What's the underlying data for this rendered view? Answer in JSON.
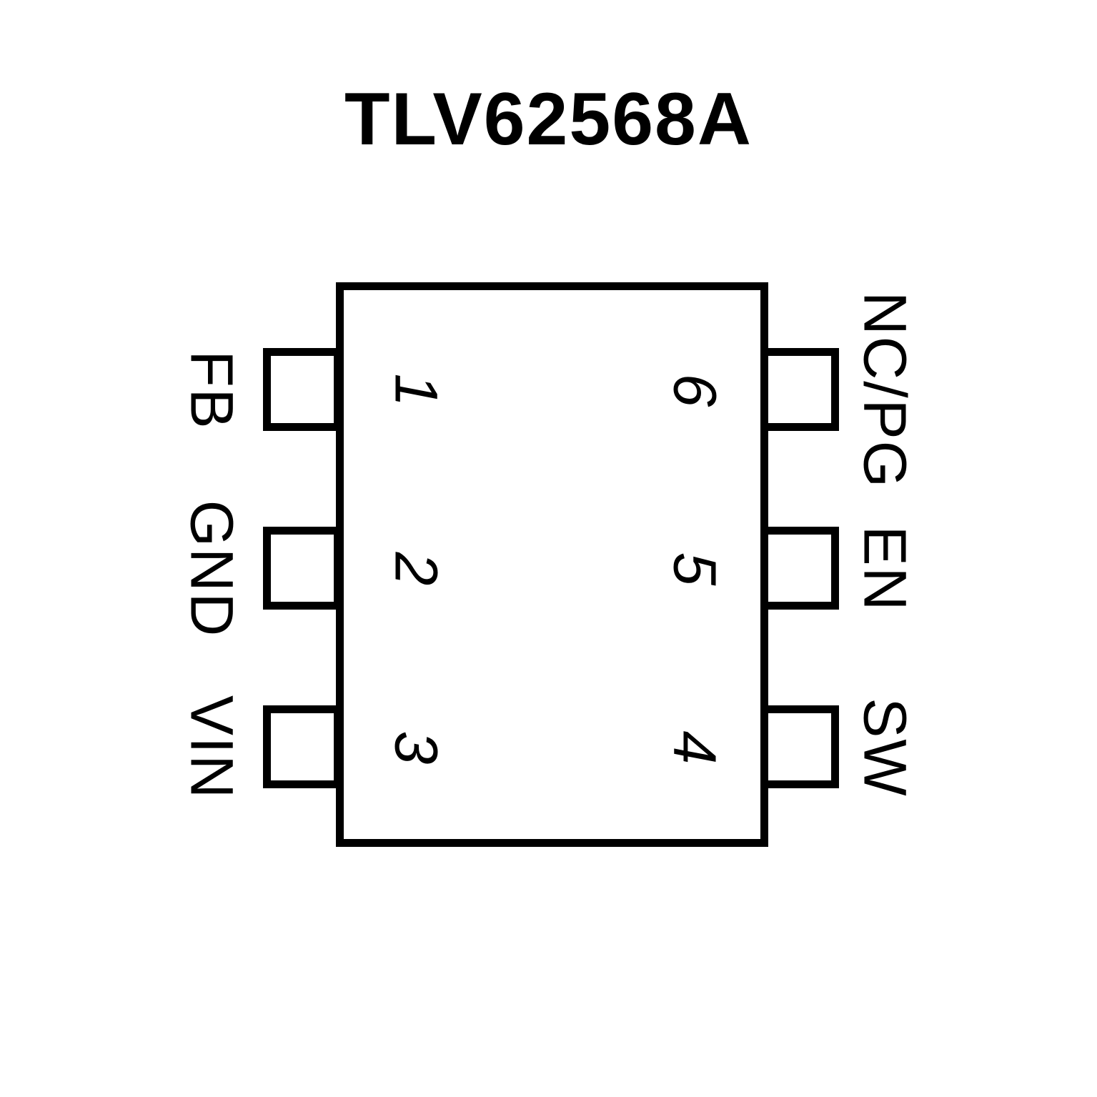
{
  "title": "TLV62568A",
  "colors": {
    "line": "#000000",
    "background": "#ffffff"
  },
  "chip": {
    "package_sides": {
      "left_rows": 3,
      "right_rows": 3
    },
    "pins": [
      {
        "number": "1",
        "name": "FB",
        "side": "left",
        "row": 1
      },
      {
        "number": "2",
        "name": "GND",
        "side": "left",
        "row": 2
      },
      {
        "number": "3",
        "name": "VIN",
        "side": "left",
        "row": 3
      },
      {
        "number": "4",
        "name": "SW",
        "side": "right",
        "row": 3
      },
      {
        "number": "5",
        "name": "EN",
        "side": "right",
        "row": 2
      },
      {
        "number": "6",
        "name": "NC/PG",
        "side": "right",
        "row": 1
      }
    ]
  }
}
